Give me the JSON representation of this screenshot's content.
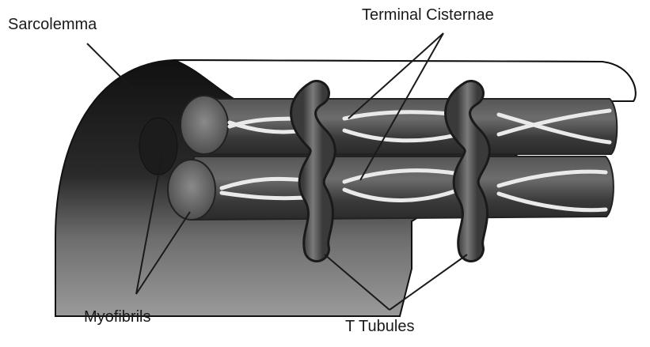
{
  "labels": {
    "sarcolemma": "Sarcolemma",
    "terminal_cisternae": "Terminal Cisternae",
    "myofibrils": "Myofibrils",
    "t_tubules": "T Tubules"
  },
  "colors": {
    "background": "#ffffff",
    "ink": "#1a1a1a",
    "sarcolemma_dark": "#141414",
    "sarcolemma_light": "#8a8a8a",
    "myofibril_body": "#3c3c3c",
    "myofibril_highlight": "#7a7a7a",
    "reticulum": "#e8e8e8",
    "t_tubule": "#5a5a5a"
  }
}
